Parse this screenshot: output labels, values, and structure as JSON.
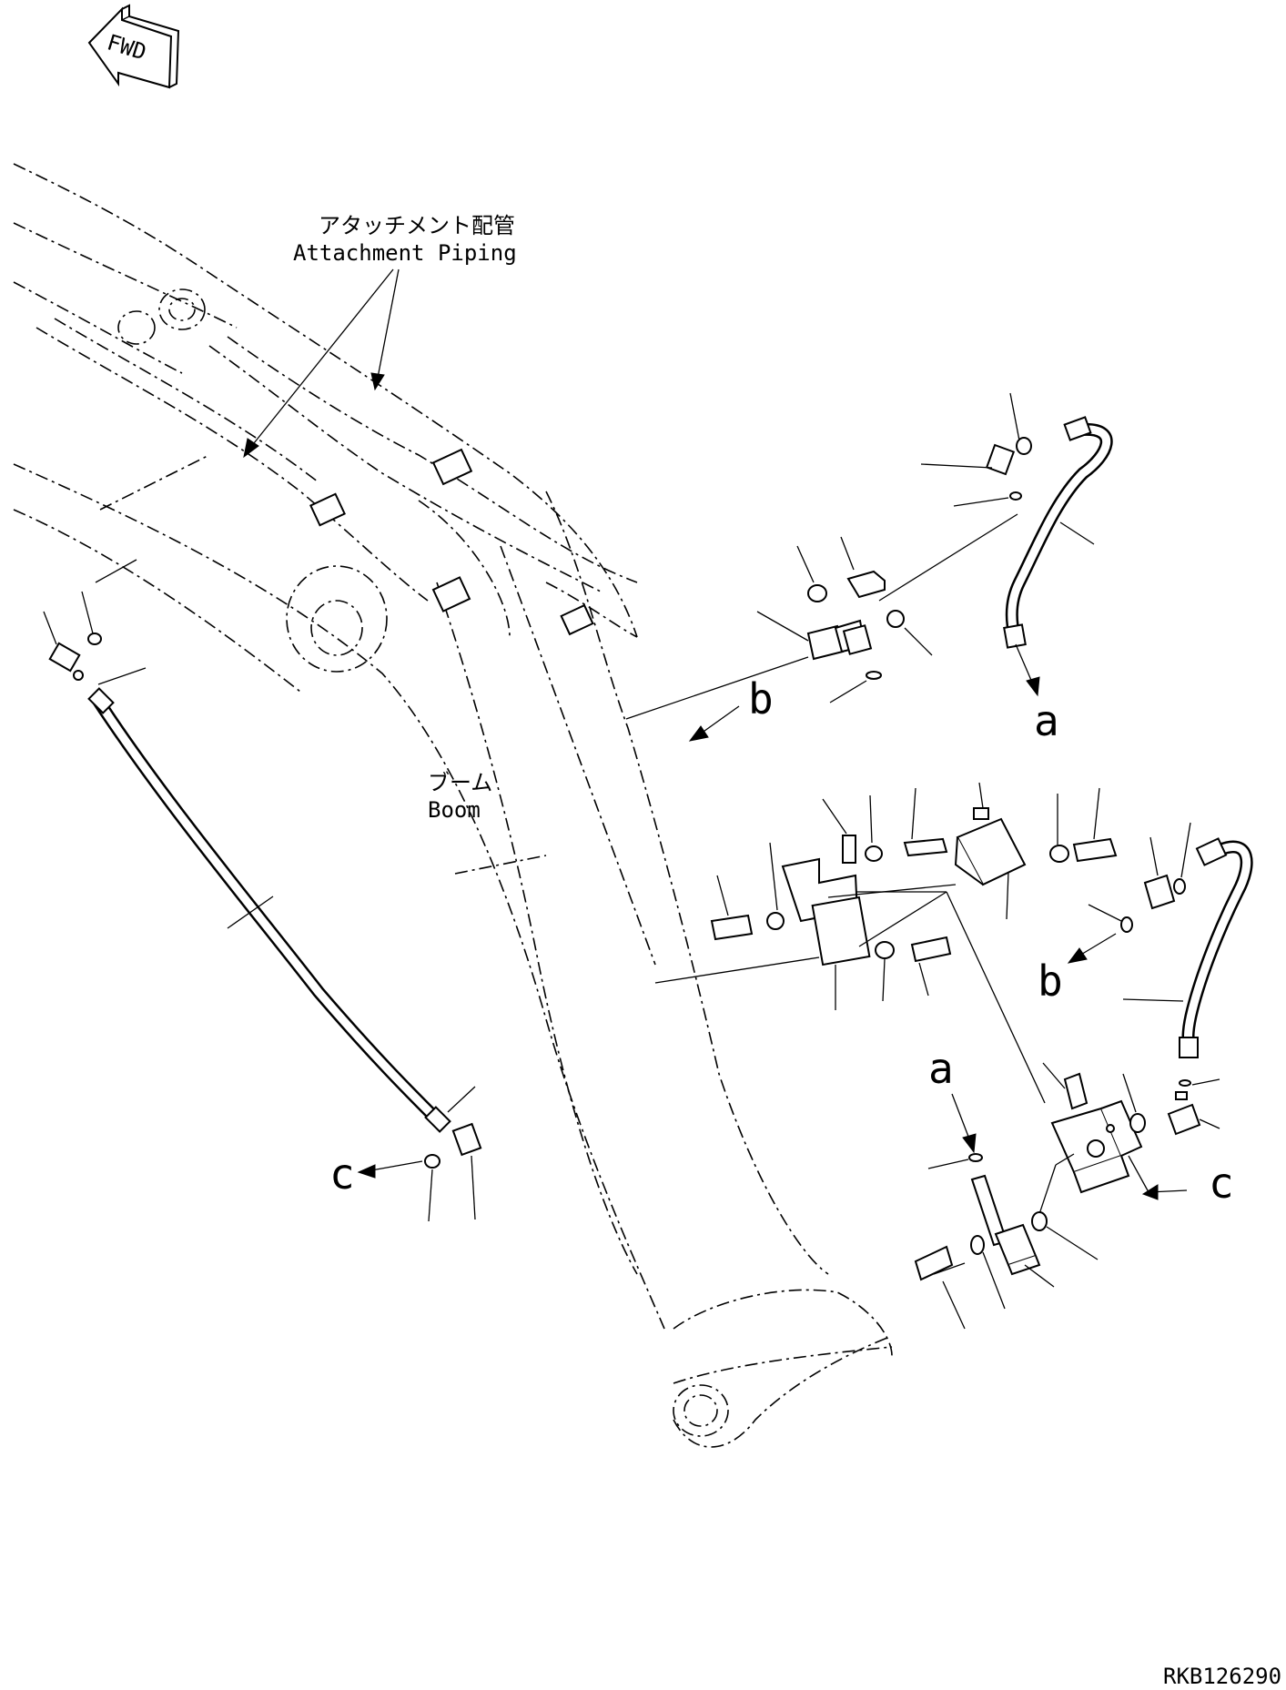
{
  "labels": {
    "fwd": "FWD",
    "attachment_piping_jp": "アタッチメント配管",
    "attachment_piping_en": "Attachment Piping",
    "boom_jp": "ブーム",
    "boom_en": "Boom",
    "ref_a_top": "a",
    "ref_b_top": "b",
    "ref_b_right": "b",
    "ref_a_lower": "a",
    "ref_c_left": "c",
    "ref_c_right": "c",
    "drawing_number": "RKB126290"
  }
}
